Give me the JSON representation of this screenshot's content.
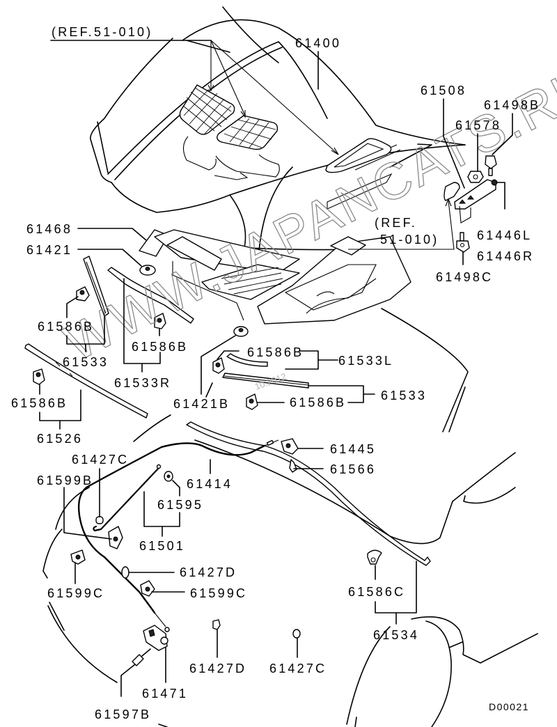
{
  "diagram": {
    "title": "Hood and related parts exploded view",
    "diagram_code": "D00021",
    "watermark": "WWW.JAPANCATS.RU",
    "watermark_date": "10.2012",
    "references": {
      "ref_top": "(REF.51-010)",
      "ref_right_line1": "(REF.",
      "ref_right_line2": "51-010)"
    },
    "labels": {
      "p61400": "61400",
      "p61508": "61508",
      "p61498B": "61498B",
      "p61578": "61578",
      "p61446L": "61446L",
      "p61446R": "61446R",
      "p61498C": "61498C",
      "p61468": "61468",
      "p61421": "61421",
      "p61586B_a": "61586B",
      "p61533_a": "61533",
      "p61586B_b": "61586B",
      "p61533R": "61533R",
      "p61586B_c": "61586B",
      "p61526": "61526",
      "p61421B": "61421B",
      "p61586B_d": "61586B",
      "p61533L": "61533L",
      "p61586B_e": "61586B",
      "p61533_b": "61533",
      "p61427C_a": "61427C",
      "p61599B": "61599B",
      "p61414": "61414",
      "p61595": "61595",
      "p61501": "61501",
      "p61445": "61445",
      "p61566": "61566",
      "p61599C_a": "61599C",
      "p61427D_a": "61427D",
      "p61599C_b": "61599C",
      "p61586C": "61586C",
      "p61534": "61534",
      "p61427D_b": "61427D",
      "p61427C_b": "61427C",
      "p61471": "61471",
      "p61597B": "61597B"
    }
  }
}
